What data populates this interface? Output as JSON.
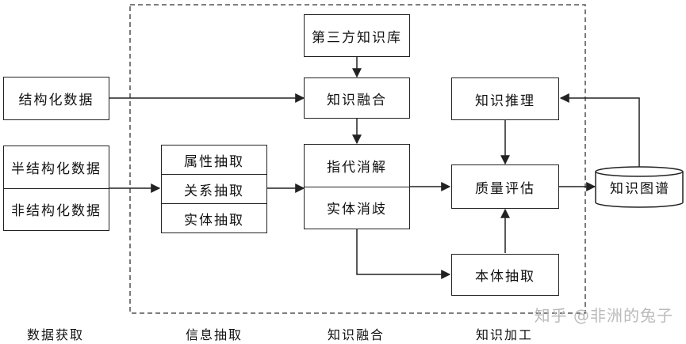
{
  "sources": {
    "structured": "结构化数据",
    "semi_structured": "半结构化数据",
    "unstructured": "非结构化数据"
  },
  "extraction": {
    "attribute": "属性抽取",
    "relation": "关系抽取",
    "entity": "实体抽取"
  },
  "fusion": {
    "third_party_kb": "第三方知识库",
    "knowledge_fusion": "知识融合",
    "coreference": "指代消解",
    "entity_disambiguation": "实体消歧"
  },
  "processing": {
    "reasoning": "知识推理",
    "quality_assessment": "质量评估",
    "ontology_extraction": "本体抽取"
  },
  "output": {
    "knowledge_graph": "知识图谱"
  },
  "stages": {
    "data_acquisition": "数据获取",
    "information_extraction": "信息抽取",
    "knowledge_fusion": "知识融合",
    "knowledge_processing": "知识加工"
  },
  "watermark": "知乎 @非洲的兔子"
}
